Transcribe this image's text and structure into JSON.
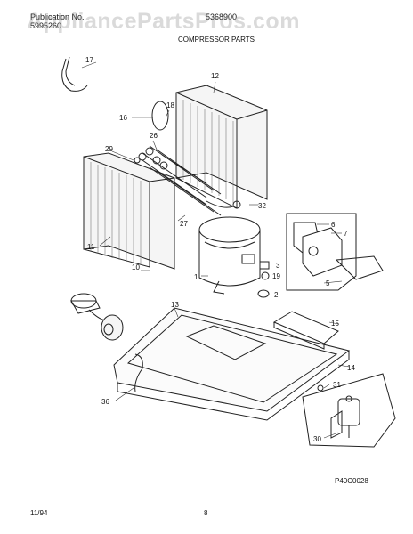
{
  "header": {
    "publication_label": "Publication No.",
    "publication_number": "5995260",
    "model_number": "5368900",
    "section_title": "COMPRESSOR PARTS"
  },
  "watermark": "AppliancePartsPros.com",
  "callouts": {
    "p1": "1",
    "p2": "2",
    "p3": "3",
    "p5": "5",
    "p6": "6",
    "p7": "7",
    "p10": "10",
    "p11": "11",
    "p12": "12",
    "p13": "13",
    "p14": "14",
    "p15": "15",
    "p16": "16",
    "p17": "17",
    "p18": "18",
    "p19": "19",
    "p26": "26",
    "p27": "27",
    "p29": "29",
    "p30": "30",
    "p31": "31",
    "p32": "32",
    "p36": "36"
  },
  "figure_code": "P40C0028",
  "footer": {
    "date": "11/94",
    "page": "8"
  }
}
